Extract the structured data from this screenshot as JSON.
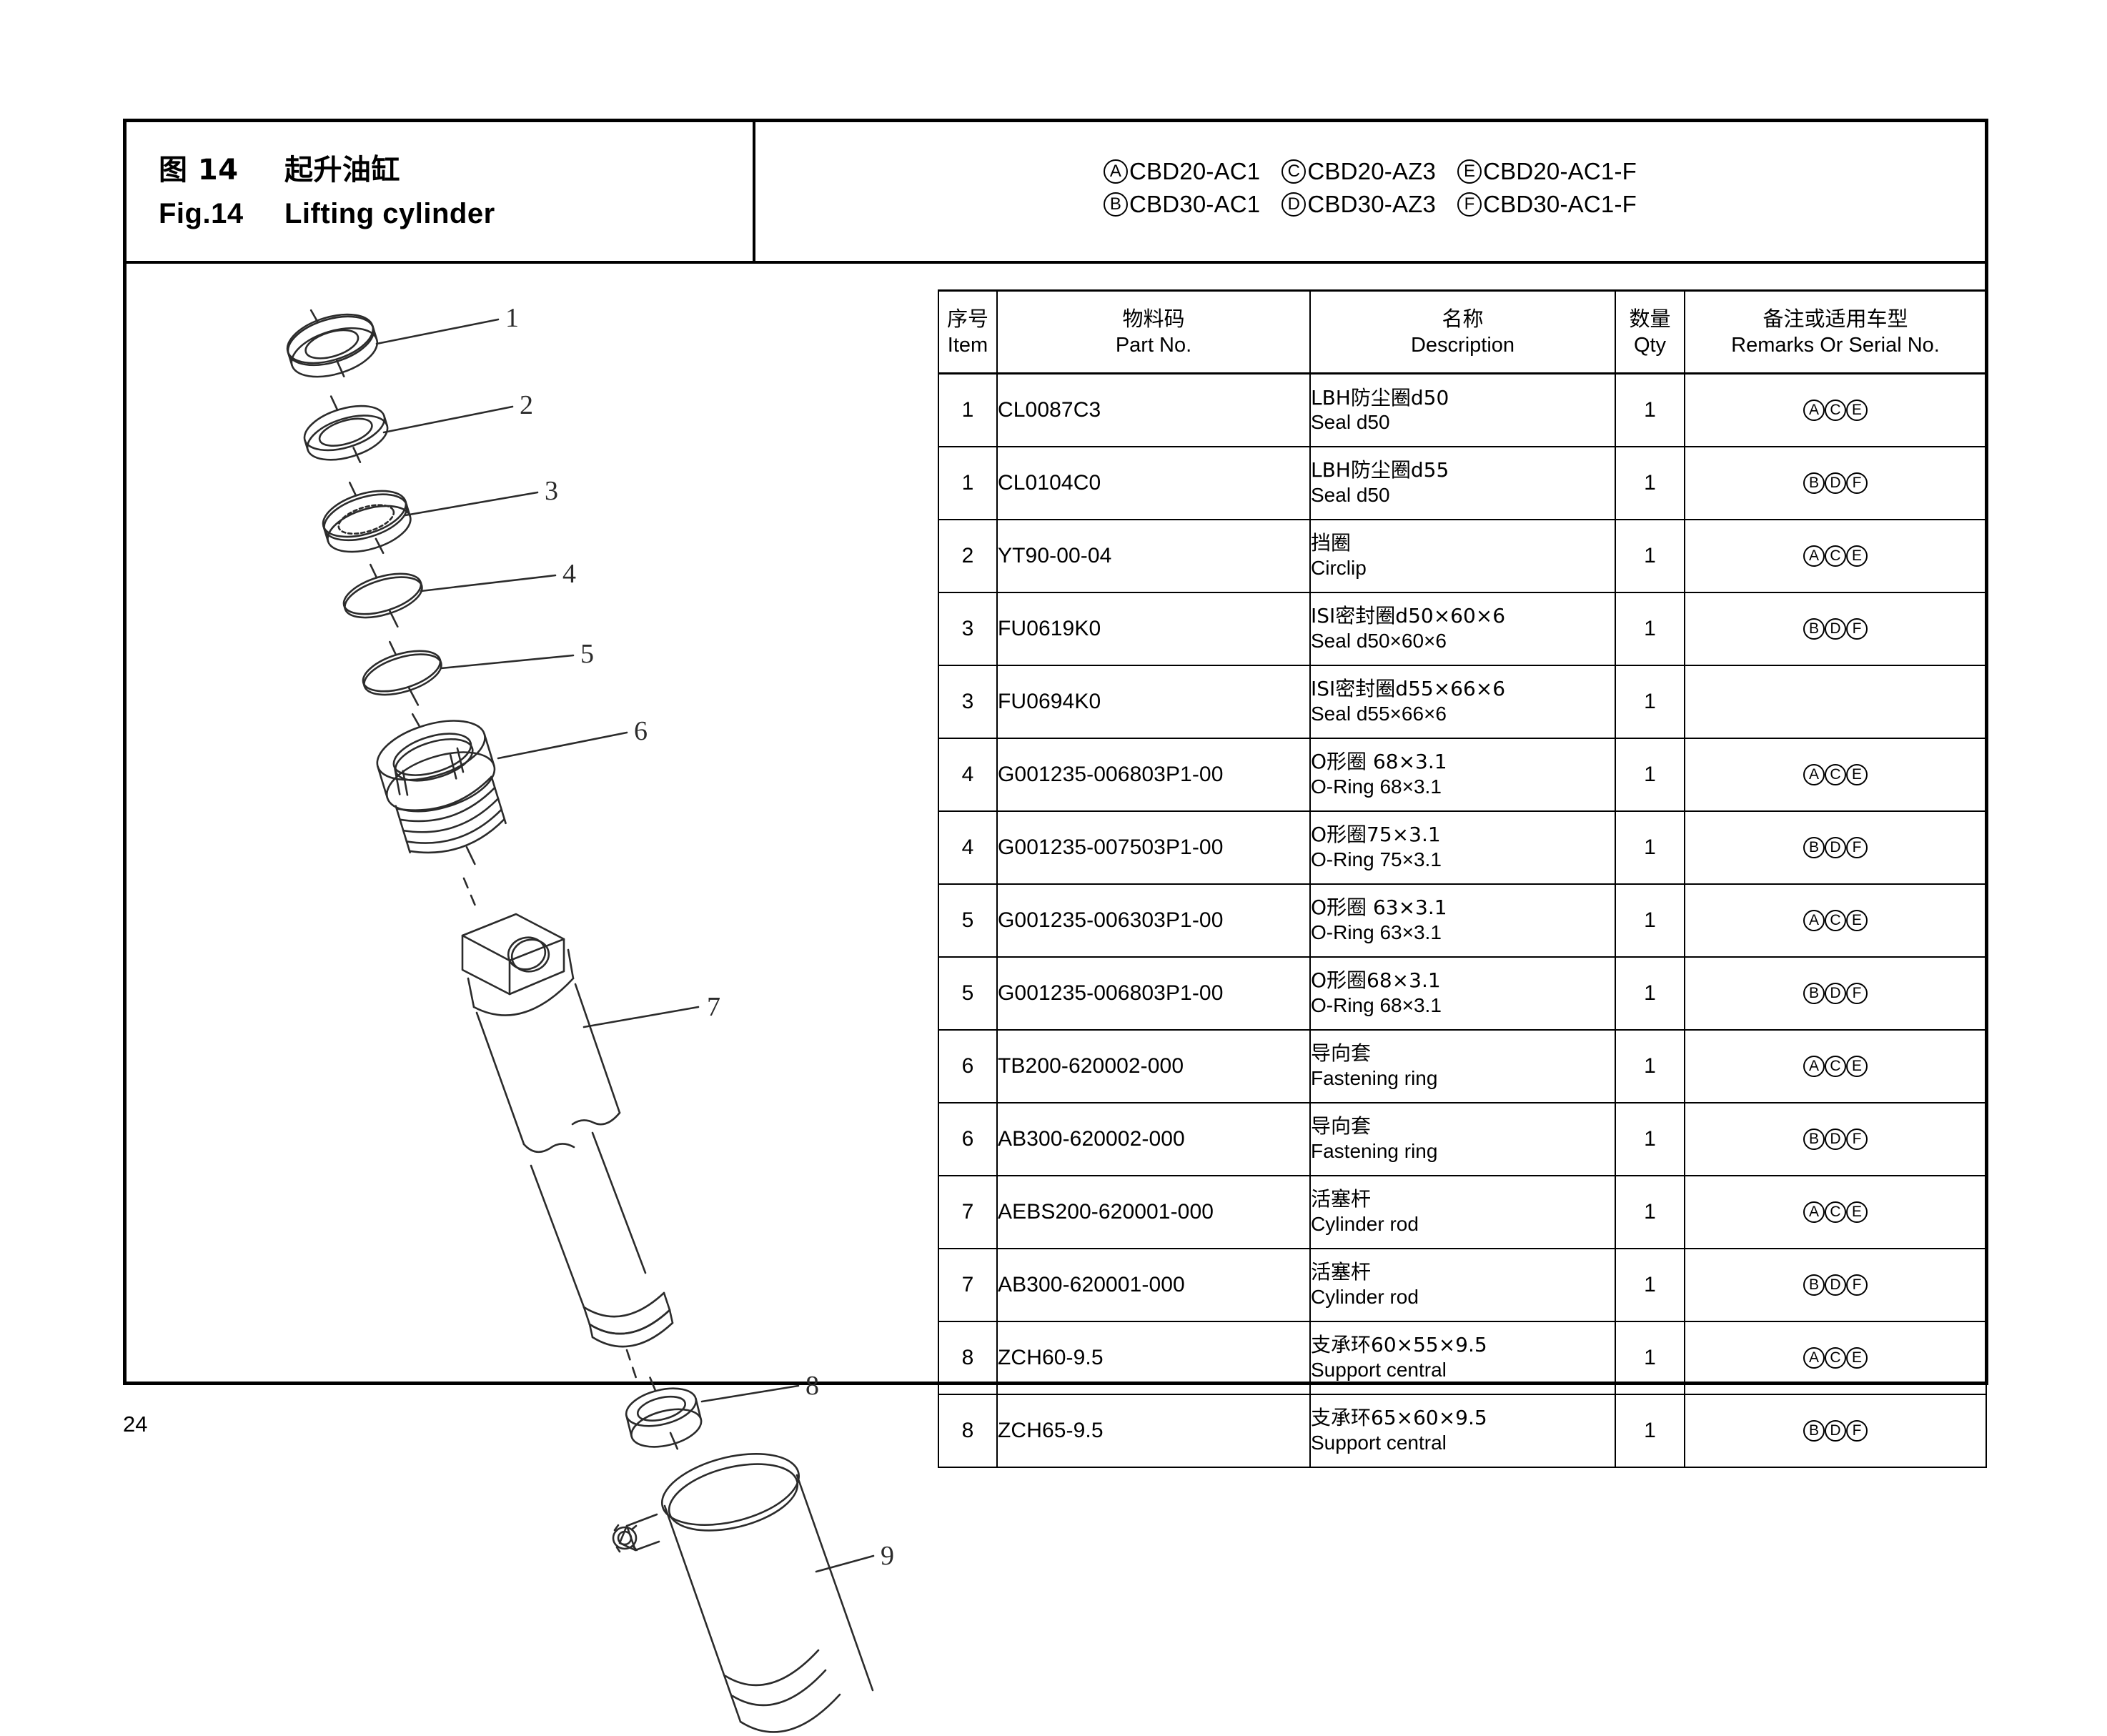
{
  "page": {
    "number": "24"
  },
  "title": {
    "cn_fig": "图 14",
    "cn_name": "起升油缸",
    "en_fig": "Fig.14",
    "en_name": "Lifting cylinder"
  },
  "models": {
    "line1": [
      {
        "mark": "A",
        "code": "CBD20-AC1"
      },
      {
        "mark": "C",
        "code": "CBD20-AZ3"
      },
      {
        "mark": "E",
        "code": "CBD20-AC1-F"
      }
    ],
    "line2": [
      {
        "mark": "B",
        "code": "CBD30-AC1"
      },
      {
        "mark": "D",
        "code": "CBD30-AZ3"
      },
      {
        "mark": "F",
        "code": "CBD30-AC1-F"
      }
    ]
  },
  "table": {
    "headers": [
      {
        "cn": "序号",
        "en": "Item"
      },
      {
        "cn": "物料码",
        "en": "Part No."
      },
      {
        "cn": "名称",
        "en": "Description"
      },
      {
        "cn": "数量",
        "en": "Qty"
      },
      {
        "cn": "备注或适用车型",
        "en": "Remarks Or Serial No."
      }
    ],
    "rows": [
      {
        "item": "1",
        "part": "CL0087C3",
        "desc_cn": "LBH防尘圈d50",
        "desc_en": "Seal d50",
        "qty": "1",
        "remarks": [
          "A",
          "C",
          "E"
        ]
      },
      {
        "item": "1",
        "part": "CL0104C0",
        "desc_cn": "LBH防尘圈d55",
        "desc_en": "Seal d50",
        "qty": "1",
        "remarks": [
          "B",
          "D",
          "F"
        ]
      },
      {
        "item": "2",
        "part": "YT90-00-04",
        "desc_cn": "挡圈",
        "desc_en": "Circlip",
        "qty": "1",
        "remarks": [
          "A",
          "C",
          "E"
        ]
      },
      {
        "item": "3",
        "part": "FU0619K0",
        "desc_cn": "ISI密封圈d50×60×6",
        "desc_en": "Seal d50×60×6",
        "qty": "1",
        "remarks": [
          "B",
          "D",
          "F"
        ]
      },
      {
        "item": "3",
        "part": "FU0694K0",
        "desc_cn": "ISI密封圈d55×66×6",
        "desc_en": "Seal d55×66×6",
        "qty": "1",
        "remarks": []
      },
      {
        "item": "4",
        "part": "G001235-006803P1-00",
        "desc_cn": "O形圈  68×3.1",
        "desc_en": "O-Ring 68×3.1",
        "qty": "1",
        "remarks": [
          "A",
          "C",
          "E"
        ]
      },
      {
        "item": "4",
        "part": "G001235-007503P1-00",
        "desc_cn": "O形圈75×3.1",
        "desc_en": "O-Ring 75×3.1",
        "qty": "1",
        "remarks": [
          "B",
          "D",
          "F"
        ]
      },
      {
        "item": "5",
        "part": "G001235-006303P1-00",
        "desc_cn": "O形圈  63×3.1",
        "desc_en": "O-Ring 63×3.1",
        "qty": "1",
        "remarks": [
          "A",
          "C",
          "E"
        ]
      },
      {
        "item": "5",
        "part": "G001235-006803P1-00",
        "desc_cn": "O形圈68×3.1",
        "desc_en": "O-Ring 68×3.1",
        "qty": "1",
        "remarks": [
          "B",
          "D",
          "F"
        ]
      },
      {
        "item": "6",
        "part": "TB200-620002-000",
        "desc_cn": "导向套",
        "desc_en": "Fastening ring",
        "qty": "1",
        "remarks": [
          "A",
          "C",
          "E"
        ]
      },
      {
        "item": "6",
        "part": "AB300-620002-000",
        "desc_cn": "导向套",
        "desc_en": "Fastening ring",
        "qty": "1",
        "remarks": [
          "B",
          "D",
          "F"
        ]
      },
      {
        "item": "7",
        "part": "AEBS200-620001-000",
        "desc_cn": "活塞杆",
        "desc_en": "Cylinder rod",
        "qty": "1",
        "remarks": [
          "A",
          "C",
          "E"
        ]
      },
      {
        "item": "7",
        "part": "AB300-620001-000",
        "desc_cn": "活塞杆",
        "desc_en": "Cylinder rod",
        "qty": "1",
        "remarks": [
          "B",
          "D",
          "F"
        ]
      },
      {
        "item": "8",
        "part": "ZCH60-9.5",
        "desc_cn": "支承环60×55×9.5",
        "desc_en": "Support central",
        "qty": "1",
        "remarks": [
          "A",
          "C",
          "E"
        ]
      },
      {
        "item": "8",
        "part": "ZCH65-9.5",
        "desc_cn": "支承环65×60×9.5",
        "desc_en": "Support central",
        "qty": "1",
        "remarks": [
          "B",
          "D",
          "F"
        ]
      }
    ]
  },
  "drawing": {
    "callouts": [
      "1",
      "2",
      "3",
      "4",
      "5",
      "6",
      "7",
      "8",
      "9"
    ],
    "line_color": "#2b2b2b"
  }
}
